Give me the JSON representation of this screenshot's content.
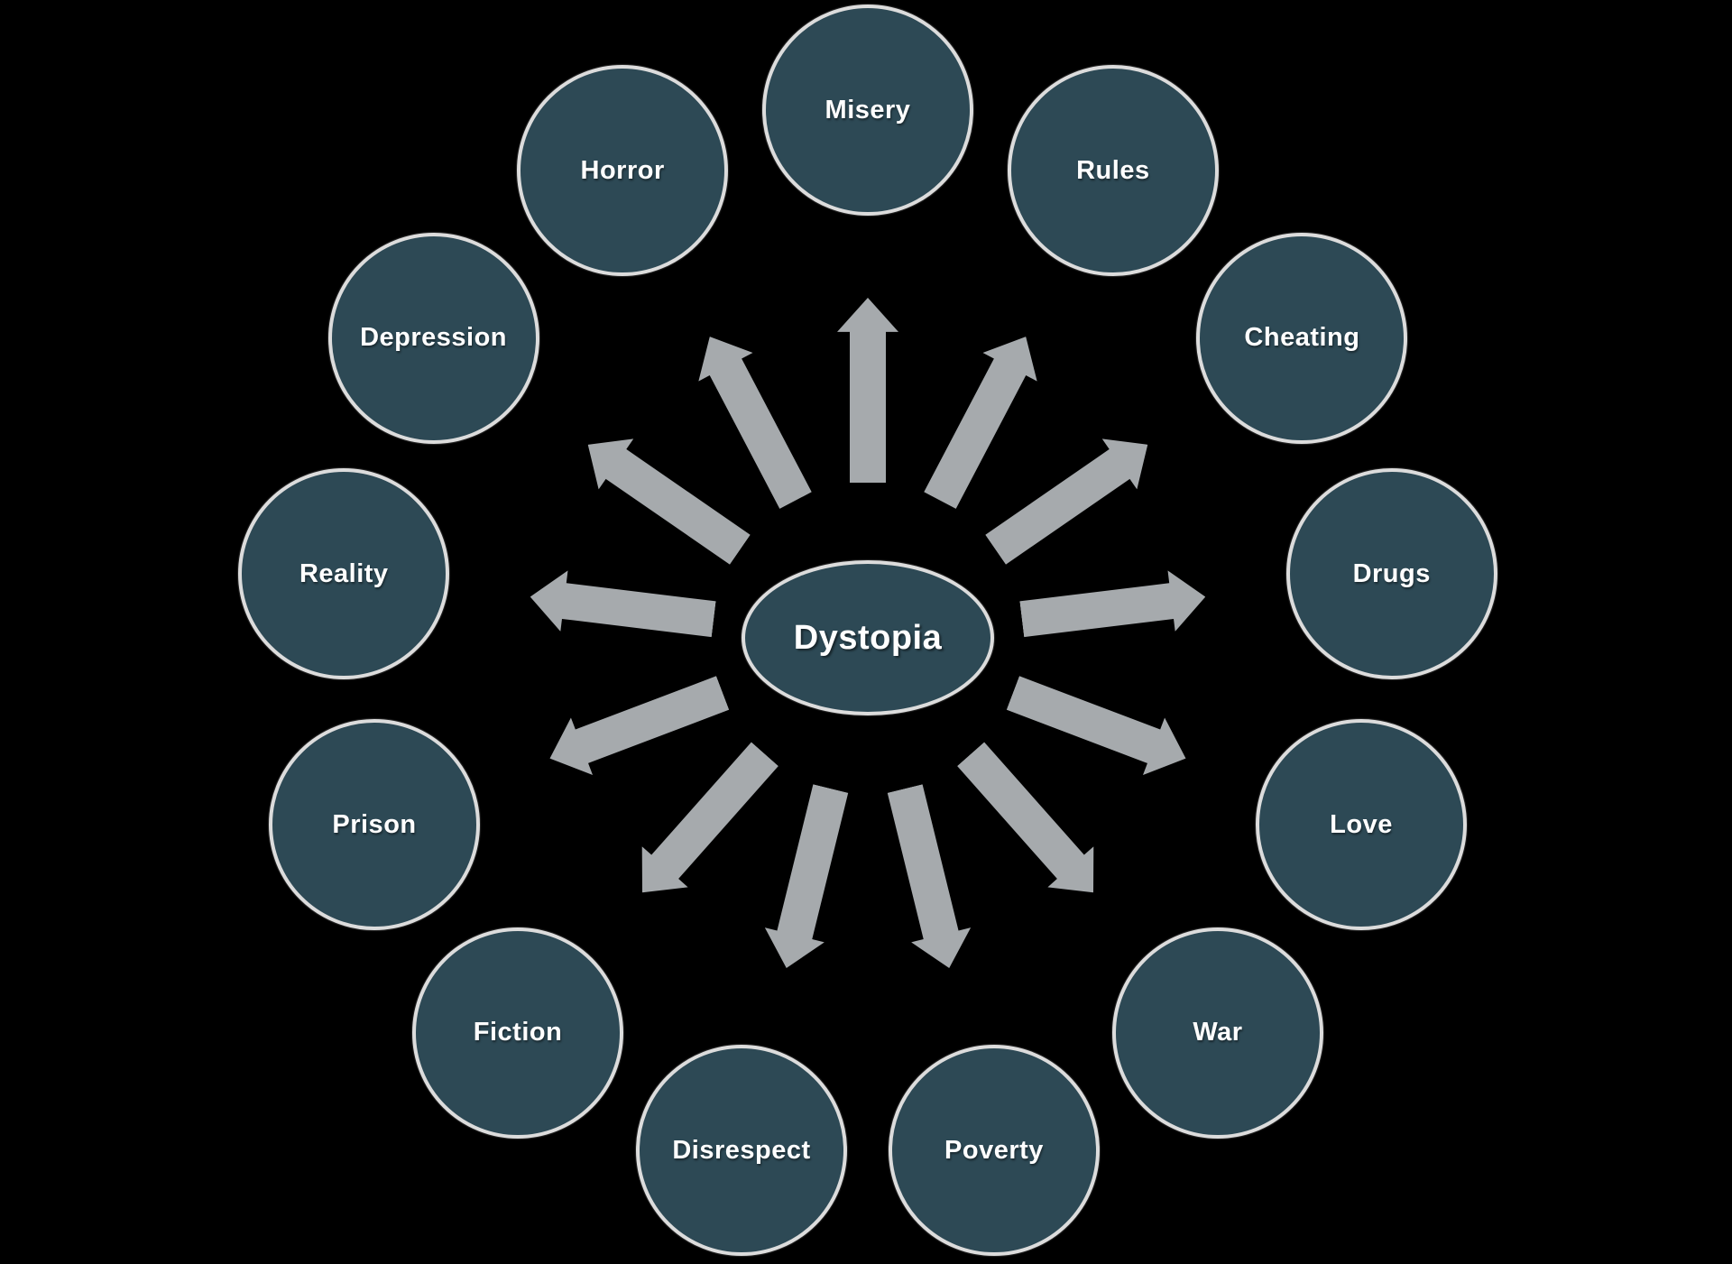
{
  "diagram": {
    "center": {
      "label": "Dystopia"
    },
    "nodes": [
      {
        "label": "Misery"
      },
      {
        "label": "Rules"
      },
      {
        "label": "Cheating"
      },
      {
        "label": "Drugs"
      },
      {
        "label": "Love"
      },
      {
        "label": "War"
      },
      {
        "label": "Poverty"
      },
      {
        "label": "Disrespect"
      },
      {
        "label": "Fiction"
      },
      {
        "label": "Prison"
      },
      {
        "label": "Reality"
      },
      {
        "label": "Depression"
      },
      {
        "label": "Horror"
      }
    ],
    "colors": {
      "background": "#000000",
      "node_fill": "#2D4955",
      "node_border": "#DCDCDC",
      "arrow": "#A6AAAD",
      "text": "#FFFFFF"
    }
  }
}
